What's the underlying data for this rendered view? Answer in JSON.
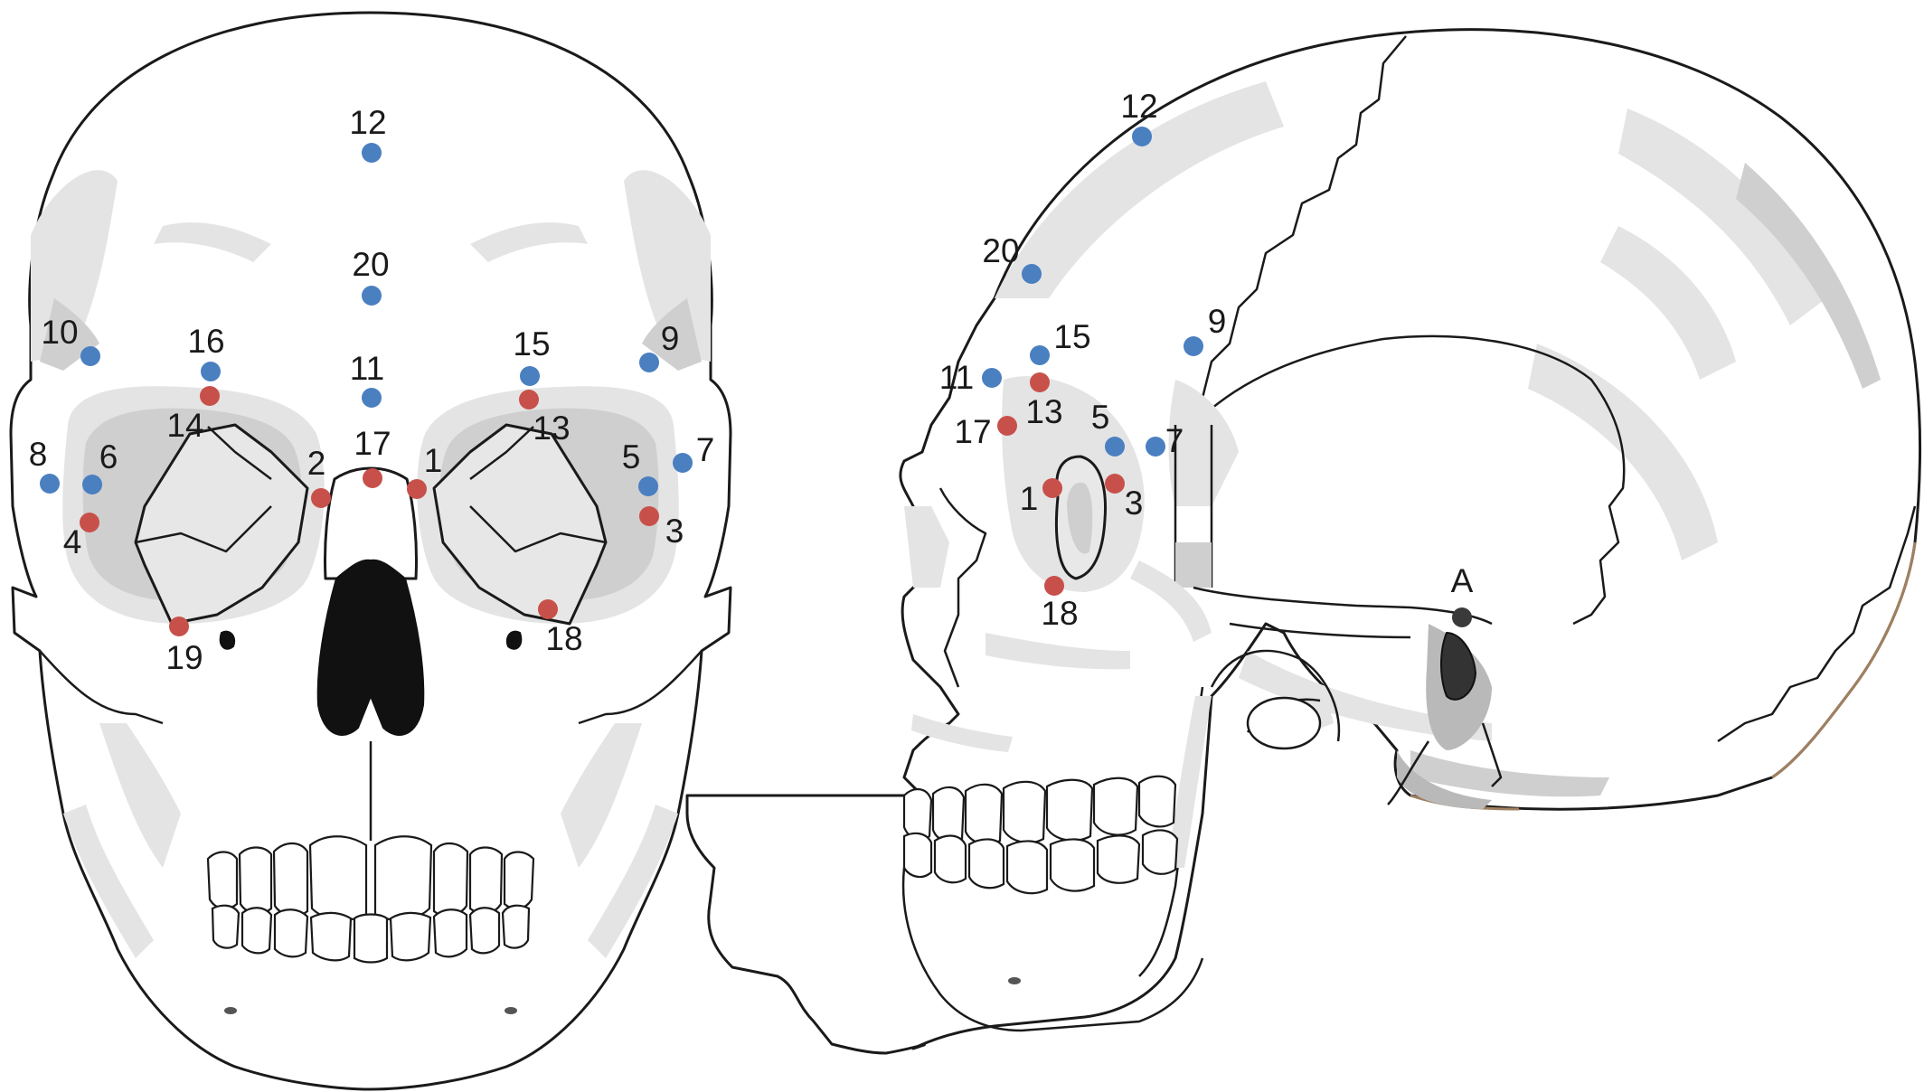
{
  "colors": {
    "blue_marker": "#4a7fc0",
    "red_marker": "#c8504a",
    "dark_marker": "#3a3a3a"
  },
  "frontal_view": {
    "markers": [
      {
        "label": "12",
        "color": "blue"
      },
      {
        "label": "20",
        "color": "blue"
      },
      {
        "label": "11",
        "color": "blue"
      },
      {
        "label": "16",
        "color": "blue"
      },
      {
        "label": "15",
        "color": "blue"
      },
      {
        "label": "10",
        "color": "blue"
      },
      {
        "label": "9",
        "color": "blue"
      },
      {
        "label": "14",
        "color": "red"
      },
      {
        "label": "13",
        "color": "red"
      },
      {
        "label": "17",
        "color": "red"
      },
      {
        "label": "2",
        "color": "red"
      },
      {
        "label": "1",
        "color": "red"
      },
      {
        "label": "8",
        "color": "blue"
      },
      {
        "label": "6",
        "color": "blue"
      },
      {
        "label": "5",
        "color": "blue"
      },
      {
        "label": "7",
        "color": "blue"
      },
      {
        "label": "4",
        "color": "red"
      },
      {
        "label": "3",
        "color": "red"
      },
      {
        "label": "19",
        "color": "red"
      },
      {
        "label": "18",
        "color": "red"
      }
    ]
  },
  "lateral_view": {
    "markers": [
      {
        "label": "12",
        "color": "blue"
      },
      {
        "label": "20",
        "color": "blue"
      },
      {
        "label": "15",
        "color": "blue"
      },
      {
        "label": "9",
        "color": "blue"
      },
      {
        "label": "11",
        "color": "blue"
      },
      {
        "label": "13",
        "color": "red"
      },
      {
        "label": "17",
        "color": "red"
      },
      {
        "label": "5",
        "color": "blue"
      },
      {
        "label": "7",
        "color": "blue"
      },
      {
        "label": "1",
        "color": "red"
      },
      {
        "label": "3",
        "color": "red"
      },
      {
        "label": "18",
        "color": "red"
      },
      {
        "label": "A",
        "color": "dark"
      }
    ]
  }
}
